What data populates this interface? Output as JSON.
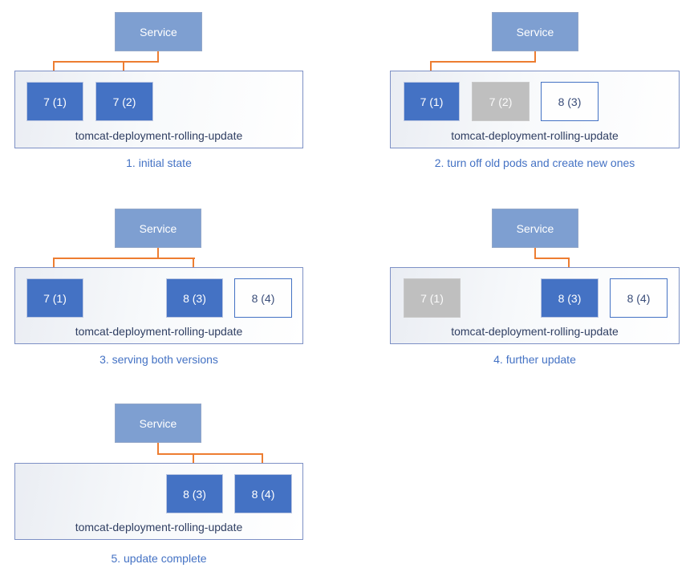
{
  "colors": {
    "pod_active": "#4472C4",
    "pod_terminated": "#BFBFBF",
    "pod_new_border": "#4472C4",
    "service_fill": "#7E9FD1",
    "arrow": "#ED7D31",
    "caption_text": "#4472C4",
    "deployment_text": "#2F3E62",
    "container_border": "#7D90C5"
  },
  "panels": [
    {
      "service_label": "Service",
      "deployment_label": "tomcat-deployment-rolling-update",
      "caption": "1. initial state",
      "pods": [
        {
          "label": "7 (1)",
          "state": "active"
        },
        {
          "label": "7 (2)",
          "state": "active"
        }
      ]
    },
    {
      "service_label": "Service",
      "deployment_label": "tomcat-deployment-rolling-update",
      "caption": "2. turn off old pods and create new ones",
      "pods": [
        {
          "label": "7 (1)",
          "state": "active"
        },
        {
          "label": "7 (2)",
          "state": "terminated"
        },
        {
          "label": "8 (3)",
          "state": "new"
        }
      ]
    },
    {
      "service_label": "Service",
      "deployment_label": "tomcat-deployment-rolling-update",
      "caption": "3. serving both versions",
      "pods": [
        {
          "label": "7 (1)",
          "state": "active"
        },
        {
          "label": "8 (3)",
          "state": "active"
        },
        {
          "label": "8 (4)",
          "state": "new"
        }
      ]
    },
    {
      "service_label": "Service",
      "deployment_label": "tomcat-deployment-rolling-update",
      "caption": "4. further update",
      "pods": [
        {
          "label": "7 (1)",
          "state": "terminated"
        },
        {
          "label": "8 (3)",
          "state": "active"
        },
        {
          "label": "8 (4)",
          "state": "new"
        }
      ]
    },
    {
      "service_label": "Service",
      "deployment_label": "tomcat-deployment-rolling-update",
      "caption": "5. update complete",
      "pods": [
        {
          "label": "8 (3)",
          "state": "active"
        },
        {
          "label": "8 (4)",
          "state": "active"
        }
      ]
    }
  ]
}
